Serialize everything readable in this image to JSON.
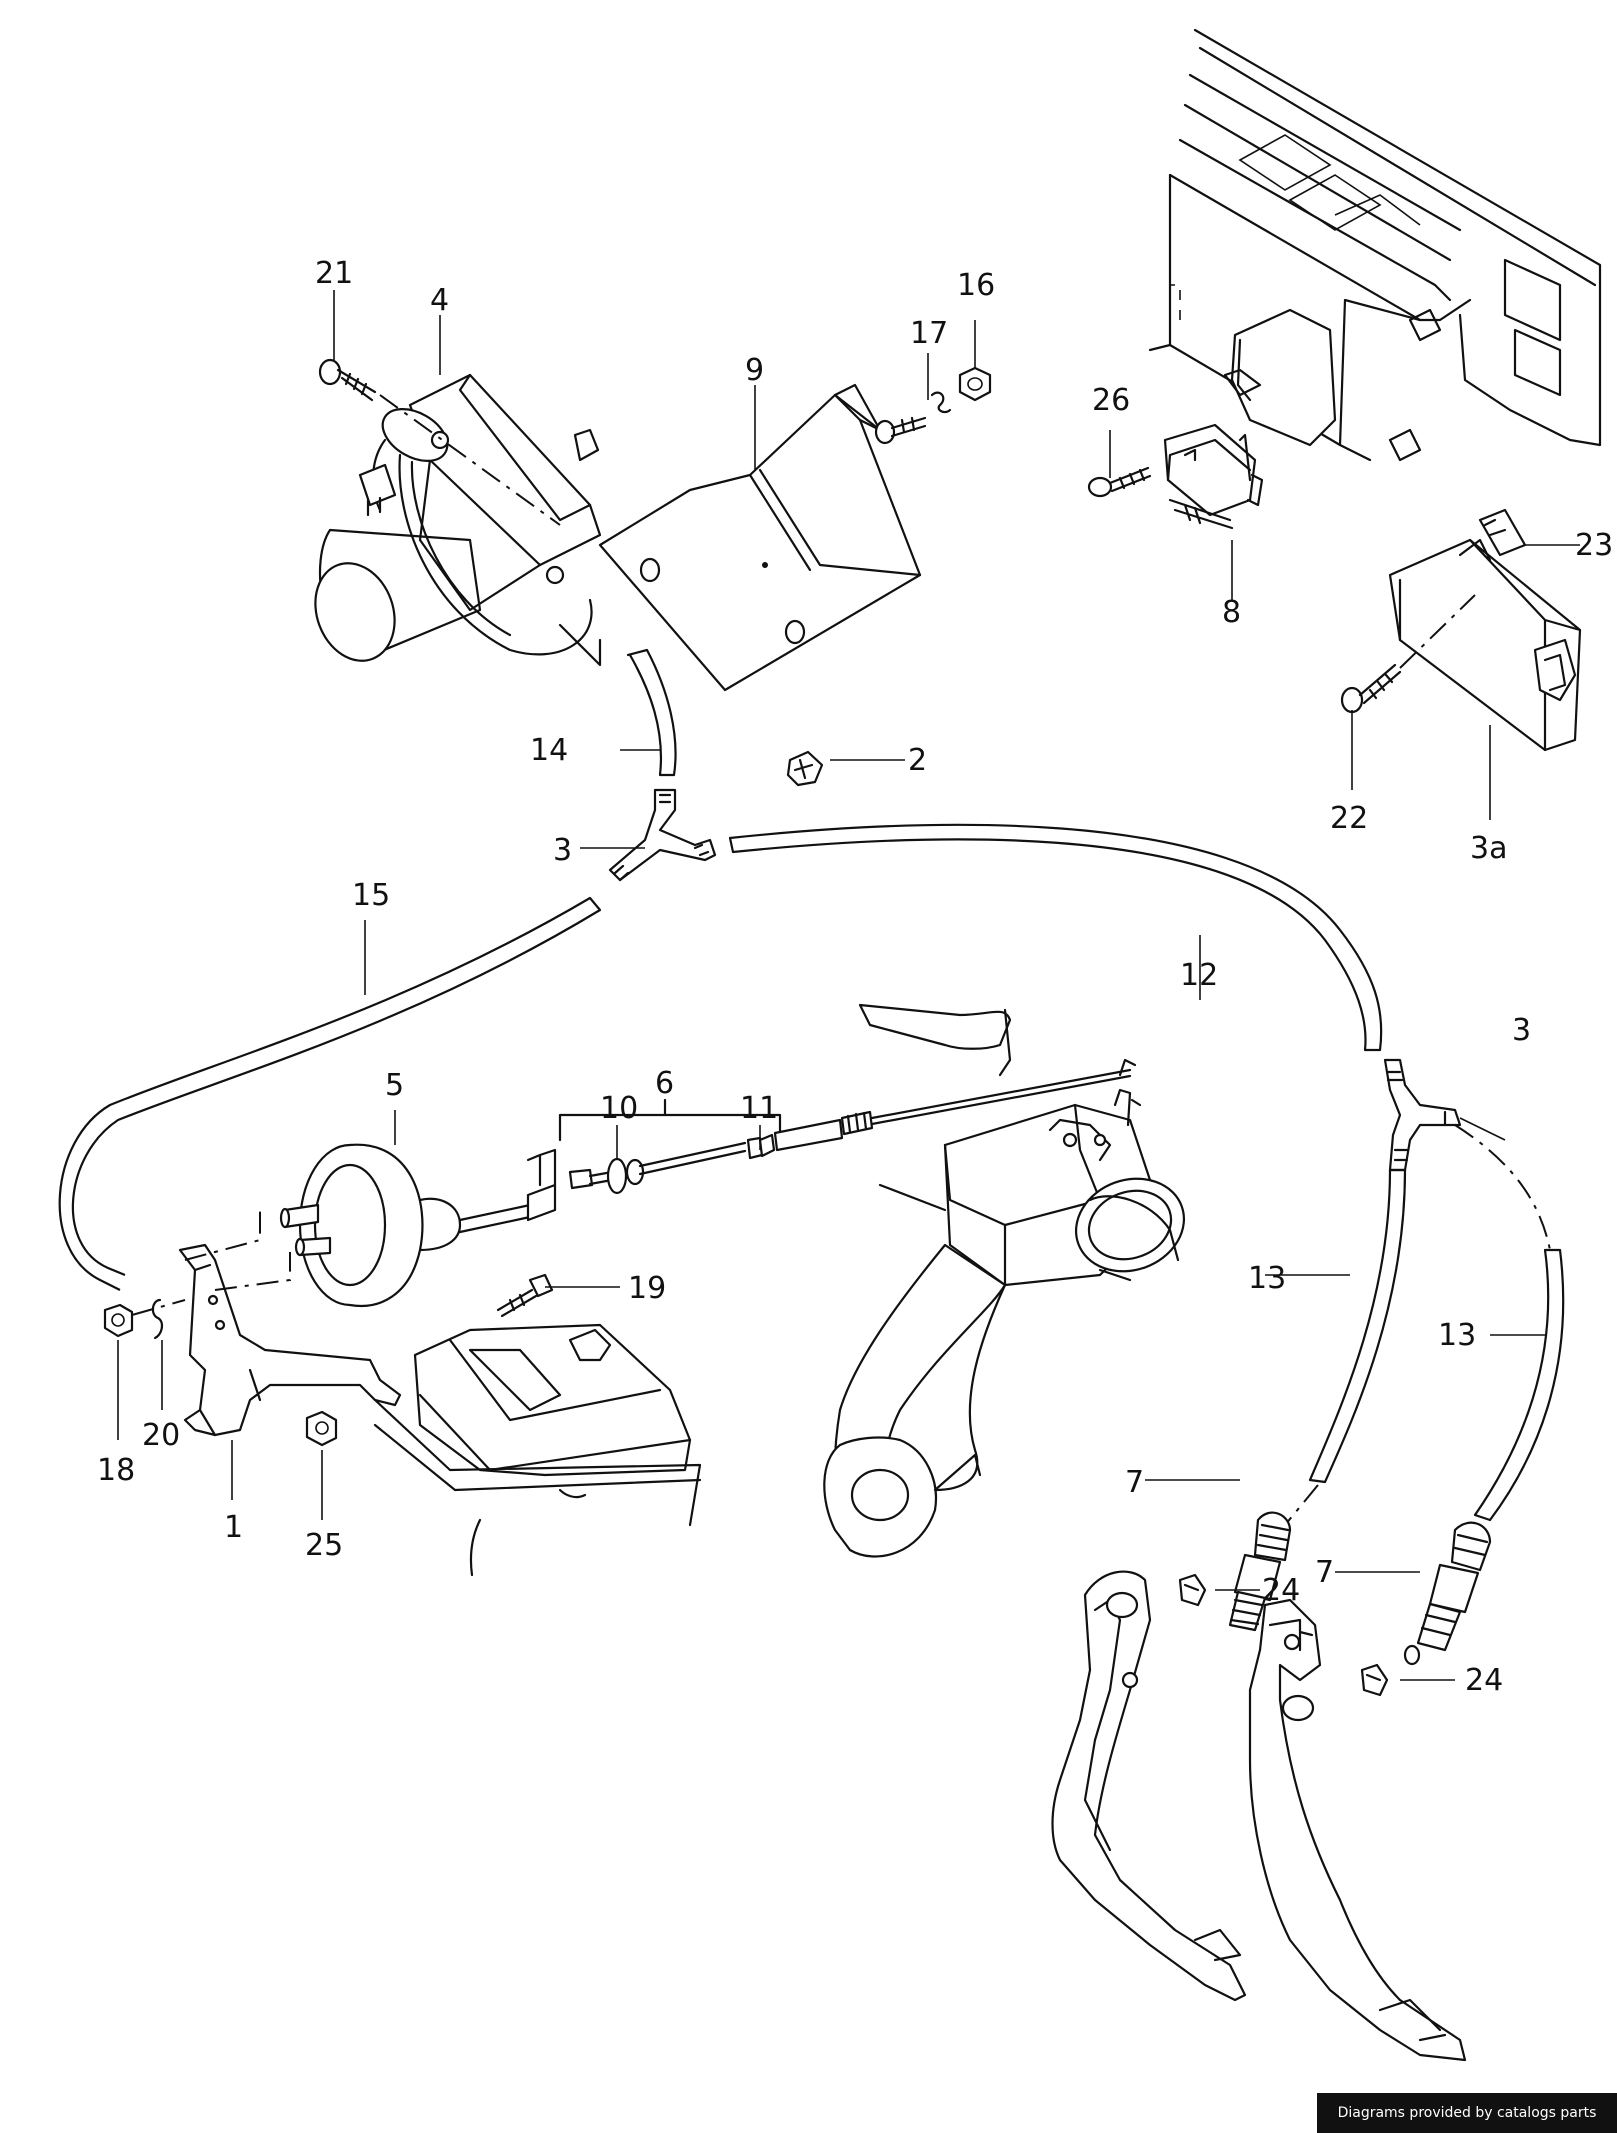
{
  "callouts": {
    "c1": "1",
    "c2": "2",
    "c3a": "3",
    "c3b": "3",
    "c3ac": "3a",
    "c4": "4",
    "c5": "5",
    "c6": "6",
    "c7a": "7",
    "c7b": "7",
    "c8": "8",
    "c9": "9",
    "c10": "10",
    "c11": "11",
    "c12": "12",
    "c13a": "13",
    "c13b": "13",
    "c14": "14",
    "c15": "15",
    "c16": "16",
    "c17": "17",
    "c18": "18",
    "c19": "19",
    "c20": "20",
    "c21": "21",
    "c22": "22",
    "c23": "23",
    "c24a": "24",
    "c24b": "24",
    "c25": "25",
    "c26": "26"
  },
  "footer": {
    "credit": "Diagrams provided by catalogs parts"
  }
}
